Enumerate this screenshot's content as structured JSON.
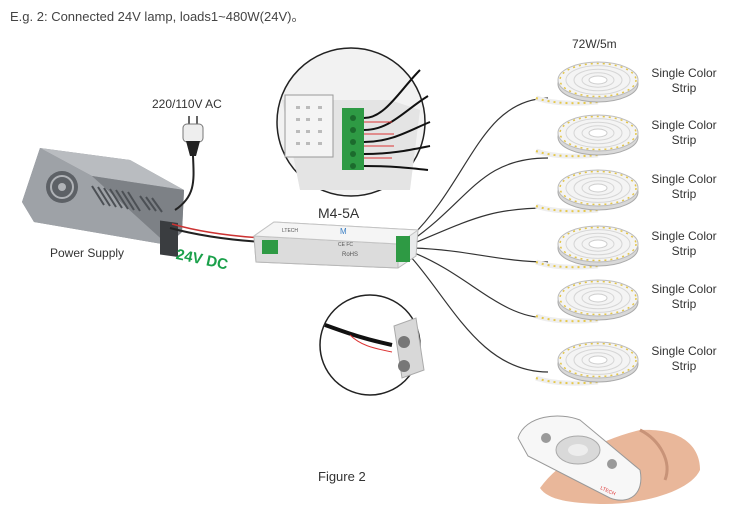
{
  "title": "E.g. 2: Connected 24V lamp, loads1~480W(24V)。",
  "ac_label": "220/110V AC",
  "power_supply_label": "Power Supply",
  "dc_label": "24V DC",
  "controller_label": "M4-5A",
  "strip_spec": "72W/5m",
  "strips": [
    {
      "line1": "Single Color",
      "line2": "Strip"
    },
    {
      "line1": "Single Color",
      "line2": "Strip"
    },
    {
      "line1": "Single Color",
      "line2": "Strip"
    },
    {
      "line1": "Single Color",
      "line2": "Strip"
    },
    {
      "line1": "Single Color",
      "line2": "Strip"
    },
    {
      "line1": "Single Color",
      "line2": "Strip"
    }
  ],
  "controller_face": {
    "brand": "LTECH",
    "model": "M",
    "ce": "CE FC",
    "rohs": "RoHS"
  },
  "remote_brand": "LTECH",
  "figure_caption": "Figure 2"
}
